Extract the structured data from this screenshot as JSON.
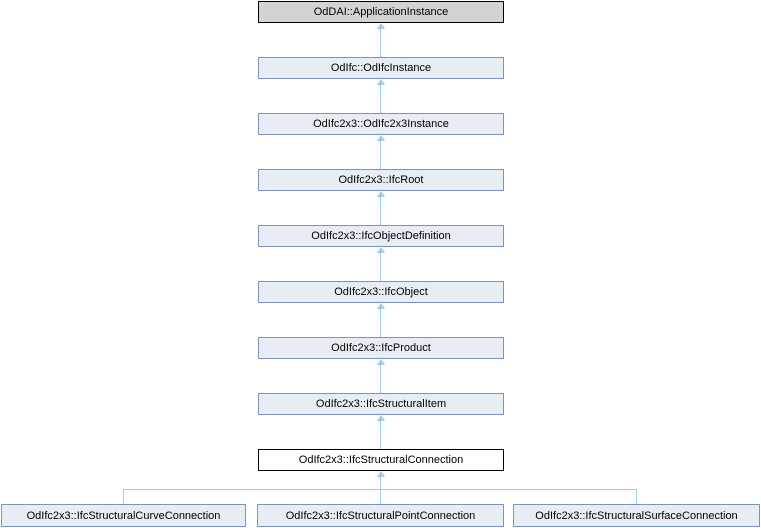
{
  "diagram": {
    "kind": "class-inheritance-graph",
    "colors": {
      "node_fill": "#e8edf5",
      "node_border": "#7d93bf",
      "base_node_fill": "#d3d3d3",
      "current_node_fill": "#ffffff",
      "black_border": "#000000",
      "arrow_line": "#a2cbe6",
      "text": "#000000",
      "background": "#ffffff"
    },
    "chain": [
      {
        "label": "OdDAI::ApplicationInstance"
      },
      {
        "label": "OdIfc::OdIfcInstance"
      },
      {
        "label": "OdIfc2x3::OdIfc2x3Instance"
      },
      {
        "label": "OdIfc2x3::IfcRoot"
      },
      {
        "label": "OdIfc2x3::IfcObjectDefinition"
      },
      {
        "label": "OdIfc2x3::IfcObject"
      },
      {
        "label": "OdIfc2x3::IfcProduct"
      },
      {
        "label": "OdIfc2x3::IfcStructuralItem"
      },
      {
        "label": "OdIfc2x3::IfcStructuralConnection"
      }
    ],
    "children": [
      {
        "label": "OdIfc2x3::IfcStructuralCurveConnection"
      },
      {
        "label": "OdIfc2x3::IfcStructuralPointConnection"
      },
      {
        "label": "OdIfc2x3::IfcStructuralSurfaceConnection"
      }
    ]
  }
}
